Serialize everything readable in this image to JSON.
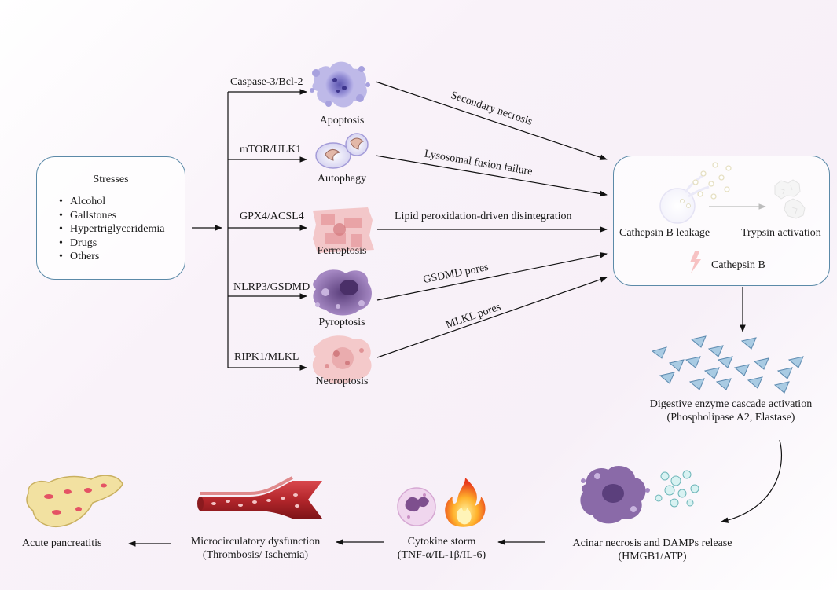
{
  "stresses": {
    "title": "Stresses",
    "items": [
      "Alcohol",
      "Gallstones",
      "Hypertriglyceridemia",
      "Drugs",
      "Others"
    ]
  },
  "pathways": [
    {
      "regulator": "Caspase-3/Bcl-2",
      "death": "Apoptosis",
      "route": "Secondary necrosis"
    },
    {
      "regulator": "mTOR/ULK1",
      "death": "Autophagy",
      "route": "Lysosomal fusion failure"
    },
    {
      "regulator": "GPX4/ACSL4",
      "death": "Ferroptosis",
      "route": "Lipid peroxidation-driven disintegration"
    },
    {
      "regulator": "NLRP3/GSDMD",
      "death": "Pyroptosis",
      "route": "GSDMD pores"
    },
    {
      "regulator": "RIPK1/MLKL",
      "death": "Necroptosis",
      "route": "MLKL pores"
    }
  ],
  "cathepsin": {
    "leakage": "Cathepsin B leakage",
    "trypsin": "Trypsin activation",
    "legend": "Cathepsin B"
  },
  "enzyme": {
    "line1": "Digestive enzyme cascade activation",
    "line2": "(Phospholipase A2, Elastase)"
  },
  "acinar": {
    "line1": "Acinar necrosis and DAMPs release",
    "line2": "(HMGB1/ATP)"
  },
  "cytokine": {
    "line1": "Cytokine storm",
    "line2": "(TNF-α/IL-1β/IL-6)"
  },
  "micro": {
    "line1": "Microcirculatory dysfunction",
    "line2": "(Thrombosis/ Ischemia)"
  },
  "outcome": "Acute pancreatitis",
  "colors": {
    "box_border": "#5b8aa8",
    "apoptosis": "#8c86cf",
    "autophagy": "#b3aadd",
    "ferroptosis": "#e8a9aa",
    "pyroptosis": "#8a6aa8",
    "necroptosis": "#e7a7a9",
    "enzyme": "#a9cbe3",
    "vessel": "#b3262b",
    "pancreas": "#f2e1a1",
    "lightning": "#e0262a"
  }
}
